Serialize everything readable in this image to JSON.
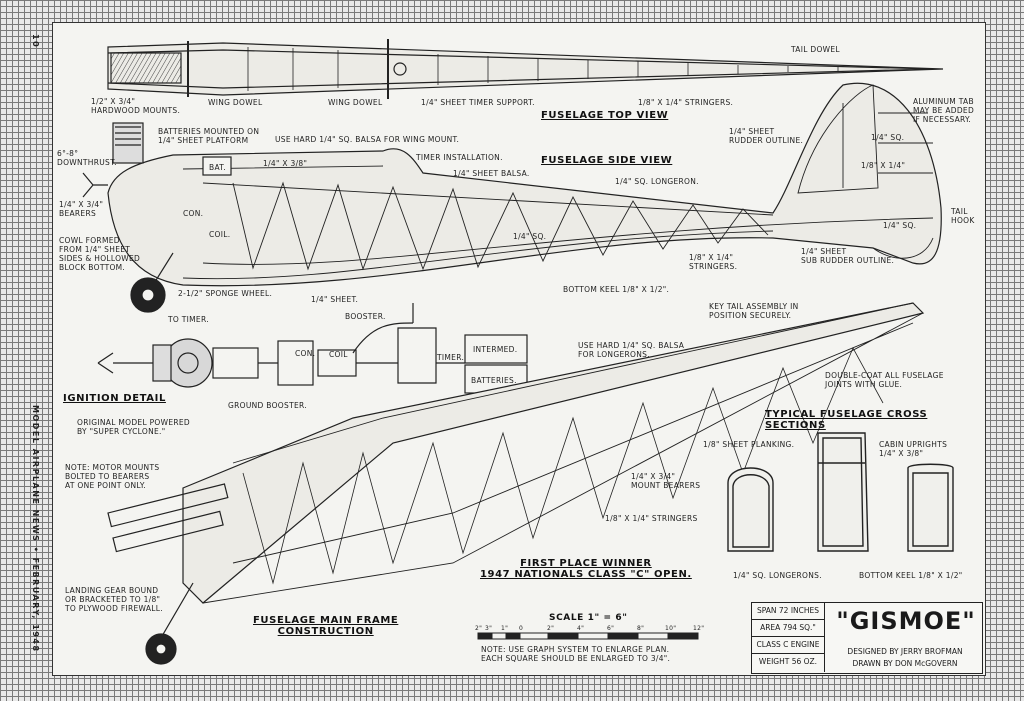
{
  "margin": {
    "page_number": "10",
    "side_text": "MODEL AIRPLANE NEWS • February, 1948"
  },
  "titles": {
    "top_view": "FUSELAGE TOP VIEW",
    "side_view": "FUSELAGE SIDE VIEW",
    "ignition": "IGNITION DETAIL",
    "main_frame": "FUSELAGE MAIN FRAME\nCONSTRUCTION",
    "cross_sections": "TYPICAL FUSELAGE CROSS SECTIONS",
    "winner": "FIRST PLACE WINNER\n1947 NATIONALS CLASS \"C\" OPEN."
  },
  "labels": {
    "tail_dowel": "TAIL DOWEL",
    "hardwood_mounts": "1/2\" X 3/4\"\nHARDWOOD MOUNTS.",
    "wing_dowel_1": "WING DOWEL",
    "wing_dowel_2": "WING DOWEL",
    "timer_support": "1/4\" SHEET TIMER SUPPORT.",
    "stringers_top": "1/8\" X 1/4\" STRINGERS.",
    "aluminum_tab": "ALUMINUM TAB\nMAY BE ADDED\nIF NECESSARY.",
    "batteries_mounted": "BATTERIES MOUNTED ON\n1/4\" SHEET PLATFORM",
    "hard_balsa_wing": "USE HARD 1/4\" SQ. BALSA FOR WING MOUNT.",
    "rudder_outline": "1/4\" SHEET\nRUDDER OUTLINE.",
    "sq_quarter_rudder": "1/4\" SQ.",
    "eighth_quarter_rudder": "1/8\" X 1/4\"",
    "downthrust": "6°-8°\nDOWNTHRUST.",
    "bat": "BAT.",
    "quarter_three_eighths": "1/4\" X 3/8\"",
    "timer_installation": "TIMER INSTALLATION.",
    "quarter_sheet_balsa": "1/4\" SHEET BALSA.",
    "sq_longeron": "1/4\" SQ. LONGERON.",
    "bearers": "1/4\" X 3/4\"\nBEARERS",
    "con": "CON.",
    "coil": "COIL.",
    "sq_mid": "1/4\" SQ.",
    "stringers_side": "1/8\" X 1/4\"\nSTRINGERS.",
    "tail_hook": "TAIL\nHOOK",
    "sq_tail": "1/4\" SQ.",
    "sub_rudder": "1/4\" SHEET\nSUB RUDDER OUTLINE.",
    "cowl_formed": "COWL FORMED\nFROM 1/4\" SHEET\nSIDES & HOLLOWED\nBLOCK BOTTOM.",
    "sponge_wheel": "2-1/2\" SPONGE WHEEL.",
    "quarter_sheet": "1/4\" SHEET.",
    "bottom_keel": "BOTTOM KEEL 1/8\" X 1/2\".",
    "key_tail": "KEY TAIL ASSEMBLY IN\nPOSITION SECURELY.",
    "to_timer": "TO TIMER.",
    "booster": "BOOSTER.",
    "ign_con": "CON.",
    "ign_coil": "COIL",
    "ign_timer": "TIMER.",
    "intermed": "INTERMED.",
    "batteries": "BATTERIES.",
    "hard_balsa_longerons": "USE HARD 1/4\" SQ. BALSA\nFOR LONGERONS.",
    "double_coat": "DOUBLE-COAT ALL FUSELAGE\nJOINTS WITH GLUE.",
    "ground_booster": "GROUND BOOSTER.",
    "original_model": "ORIGINAL MODEL POWERED\nBY \"SUPER CYCLONE.\"",
    "sheet_planking": "1/8\" SHEET PLANKING.",
    "cabin_uprights": "CABIN UPRIGHTS\n1/4\" X 3/8\"",
    "mount_bearers": "1/4\" X 3/4\"\nMOUNT BEARERS",
    "cs_stringers": "1/8\" X 1/4\" STRINGERS",
    "cs_longerons": "1/4\" SQ. LONGERONS.",
    "cs_keel": "BOTTOM KEEL 1/8\" X 1/2\"",
    "note_motor": "NOTE: MOTOR MOUNTS\nBOLTED TO BEARERS\nAT ONE POINT ONLY.",
    "landing_gear": "LANDING GEAR BOUND\nOR BRACKETED TO 1/8\"\nTO PLYWOOD FIREWALL.",
    "scale_title": "SCALE 1\" = 6\"",
    "graph_note": "NOTE: USE GRAPH SYSTEM TO ENLARGE PLAN.\nEACH SQUARE SHOULD BE ENLARGED TO 3/4\"."
  },
  "scale_ticks": [
    "2\"",
    "3\"",
    "1\"",
    "0",
    "2\"",
    "4\"",
    "6\"",
    "8\"",
    "10\"",
    "12\""
  ],
  "title_block": {
    "span": "SPAN 72 INCHES",
    "area": "AREA 794 SQ.\"",
    "engine": "CLASS C ENGINE",
    "weight": "WEIGHT 56 OZ.",
    "name": "\"GISMOE\"",
    "designer": "DESIGNED BY JERRY BROFMAN",
    "drawer": "DRAWN BY DON McGOVERN"
  }
}
